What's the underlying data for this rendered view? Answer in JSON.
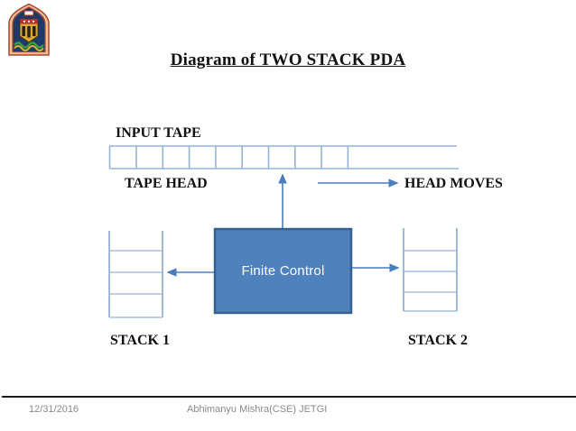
{
  "slide": {
    "title": "Diagram of TWO STACK PDA",
    "labels": {
      "input_tape": "INPUT TAPE",
      "tape_head": "TAPE HEAD",
      "head_moves": "HEAD MOVES",
      "finite_control": "Finite Control",
      "stack1": "STACK 1",
      "stack2": "STACK 2"
    },
    "footer": {
      "date": "12/31/2016",
      "credit": "Abhimanyu Mishra(CSE) JETGI"
    },
    "colors": {
      "tape_line_blue": "#95b3d7",
      "arrow_blue": "#4a7ebb",
      "finite_control_fill": "#4f81bd",
      "finite_control_border": "#36608e",
      "footer_text_gray": "#8a8a8a"
    },
    "logo": "jetgi-college-emblem"
  }
}
